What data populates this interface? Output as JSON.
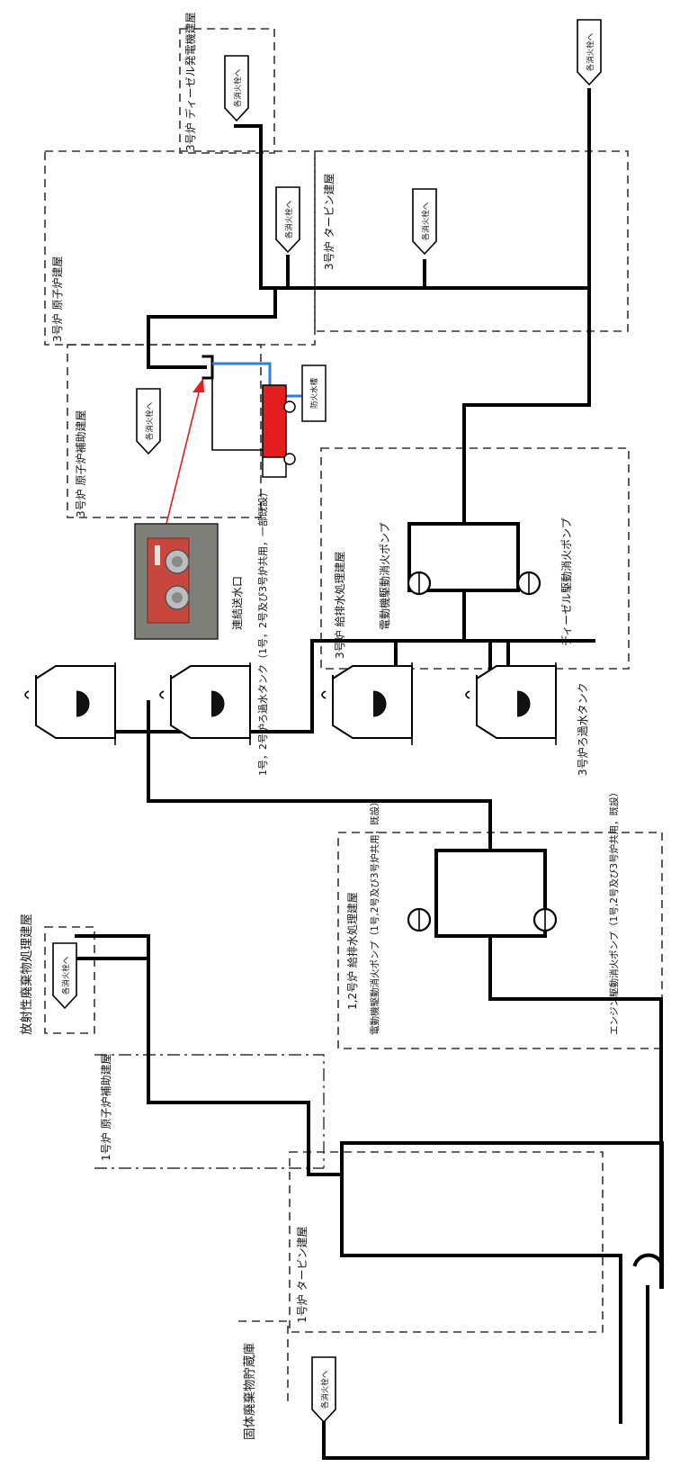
{
  "labels": {
    "hydrant": "各消火栓へ",
    "u3_dg_bldg": "3号炉 ディーゼル発電機建屋",
    "u3_reactor_bldg": "3号炉 原子炉建屋",
    "u3_turbine_bldg": "3号炉 タービン建屋",
    "u3_aux_bldg": "3号炉 原子炉補助建屋",
    "fire_water_tank": "防火水槽",
    "connection_port": "連結送水口",
    "u3_water_treatment_bldg": "3号炉 給排水処理建屋",
    "u3_motor_pump": "電動機駆動消火ポンプ",
    "u3_diesel_pump": "ディーゼル駆動消火ポンプ",
    "u12_filtered_tank": "1号，2号炉ろ過水タンク（1号，2号及び3号炉共用，一部既設）",
    "u3_filtered_tank": "3号炉ろ過水タンク",
    "u12_water_treatment_bldg": "1,2号炉 給排水処理建屋",
    "u12_motor_pump": "電動機駆動消火ポンプ（1号,2号及び3号炉共用，既設）",
    "engine_pump": "エンジン駆動消火ポンプ（1号,2号及び3号炉共用，既設）",
    "radwaste_bldg": "放射性廃棄物処理建屋",
    "u1_aux_bldg": "1号炉 原子炉補助建屋",
    "u1_turbine_bldg": "1号炉 タービン建屋",
    "solid_waste_storage": "固体廃棄物貯蔵庫"
  },
  "colors": {
    "pipe": "#000000",
    "fire_truck": "#e41e1e",
    "water_line": "#2f7fd6",
    "arrow": "#e41e1e"
  }
}
